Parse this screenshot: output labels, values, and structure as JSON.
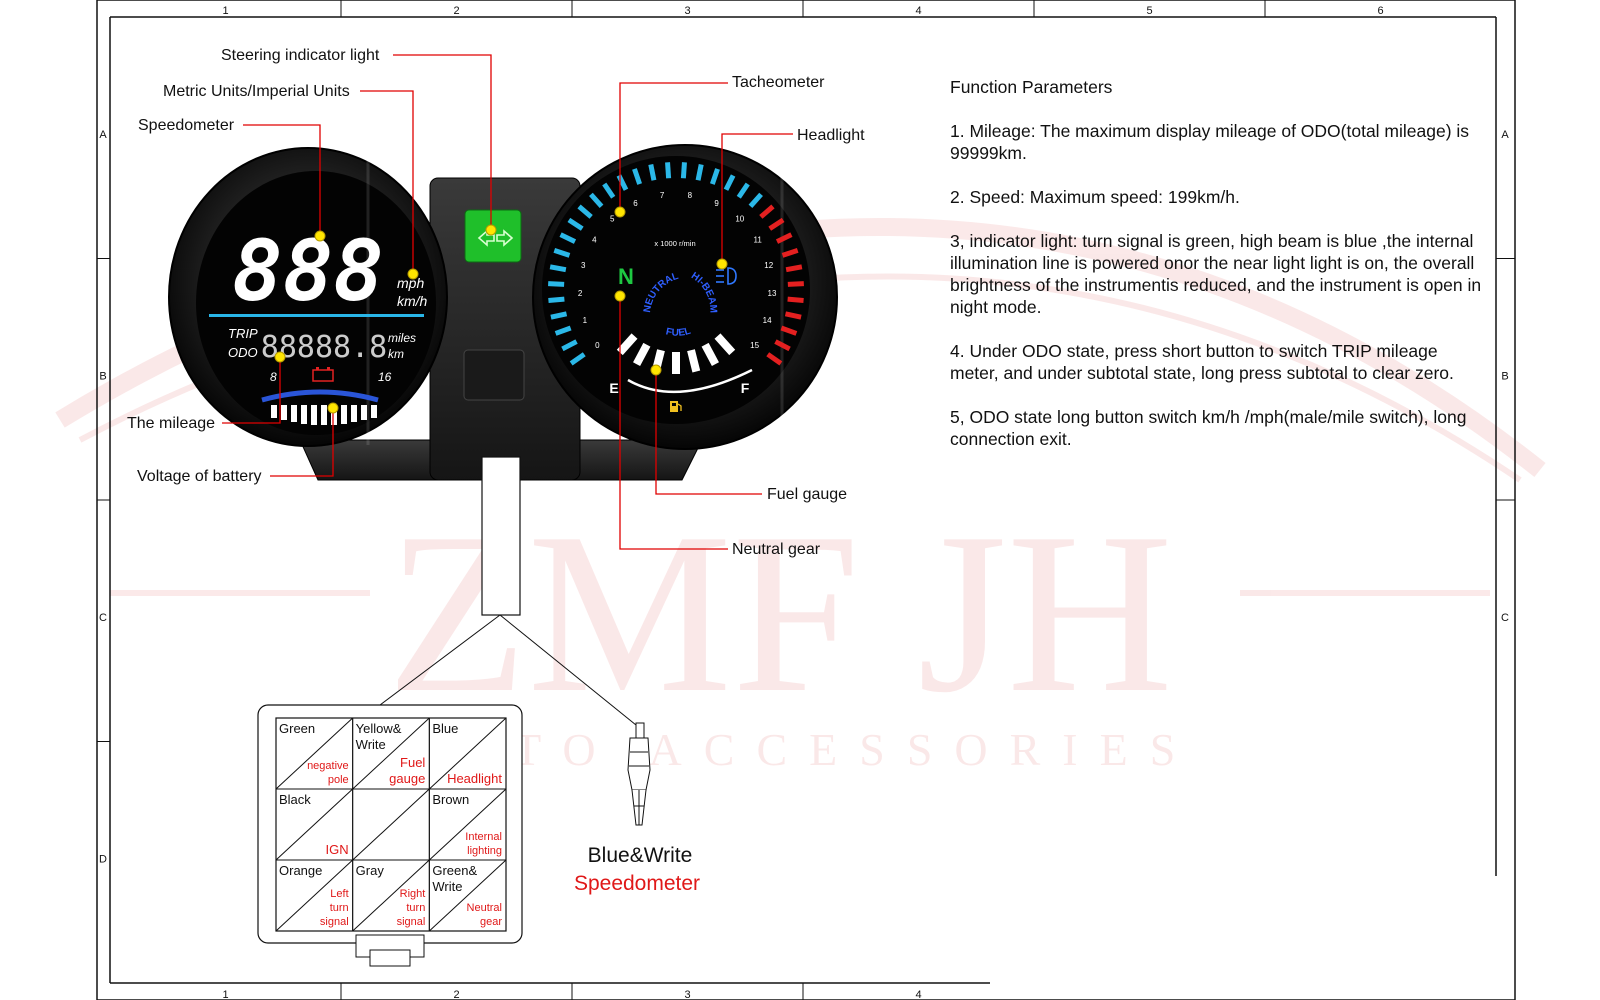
{
  "frame": {
    "columns": [
      "1",
      "2",
      "3",
      "4",
      "5",
      "6"
    ],
    "rows": [
      "A",
      "B",
      "C",
      "D"
    ]
  },
  "watermark": {
    "main": "ZMF JH",
    "sub": "AUTO ACCESSORIES"
  },
  "callouts": {
    "steering": "Steering indicator light",
    "units": "Metric Units/Imperial Units",
    "speedometer": "Speedometer",
    "mileage": "The mileage",
    "battery": "Voltage of battery",
    "tachometer": "Tacheometer",
    "headlight": "Headlight",
    "fuel": "Fuel gauge",
    "neutral": "Neutral gear"
  },
  "left_dial": {
    "speed_digits": "888",
    "unit_mph": "mph",
    "unit_kmh": "km/h",
    "trip": "TRIP",
    "odo": "ODO",
    "mileage_digits": "88888.8",
    "unit_miles": "miles",
    "unit_km": "km",
    "battery_min": "8",
    "battery_max": "16"
  },
  "right_dial": {
    "rpm_ticks": [
      "0",
      "1",
      "2",
      "3",
      "4",
      "5",
      "6",
      "7",
      "8",
      "9",
      "10",
      "11",
      "12",
      "13",
      "14",
      "15"
    ],
    "rpm_label": "x 1000 r/min",
    "neutral": "N",
    "neutral_arc": "NEUTRAL",
    "hibeam_arc": "HI-BEAM",
    "fuel_arc": "FUEL",
    "fuel_empty": "E",
    "fuel_full": "F"
  },
  "parameters": {
    "title": "Function Parameters",
    "items": [
      "1. Mileage: The maximum display mileage of ODO(total mileage) is 99999km.",
      "2. Speed: Maximum speed: 199km/h.",
      "3, indicator light: turn signal is green, high beam is blue ,the internal illumination line is powered onor the near light light is on, the overall brightness of the instrumentis reduced, and the instrument is open in night mode.",
      "4. Under ODO state, press short button to switch TRIP mileage meter, and under subtotal state, long press subtotal to clear zero.",
      "5, ODO state long button switch km/h /mph(male/mile switch), long connection exit."
    ]
  },
  "connector": {
    "cells": [
      {
        "wire": "Green",
        "function": "negative pole"
      },
      {
        "wire": "Yellow& Write",
        "function": "Fuel gauge"
      },
      {
        "wire": "Blue",
        "function": "Headlight"
      },
      {
        "wire": "Black",
        "function": "IGN"
      },
      {
        "wire": "",
        "function": ""
      },
      {
        "wire": "Brown",
        "function": "Internal lighting"
      },
      {
        "wire": "Orange",
        "function": "Left turn signal"
      },
      {
        "wire": "Gray",
        "function": "Right turn signal"
      },
      {
        "wire": "Green& Write",
        "function": "Neutral gear"
      }
    ]
  },
  "sensor": {
    "wire": "Blue&Write",
    "function": "Speedometer"
  }
}
